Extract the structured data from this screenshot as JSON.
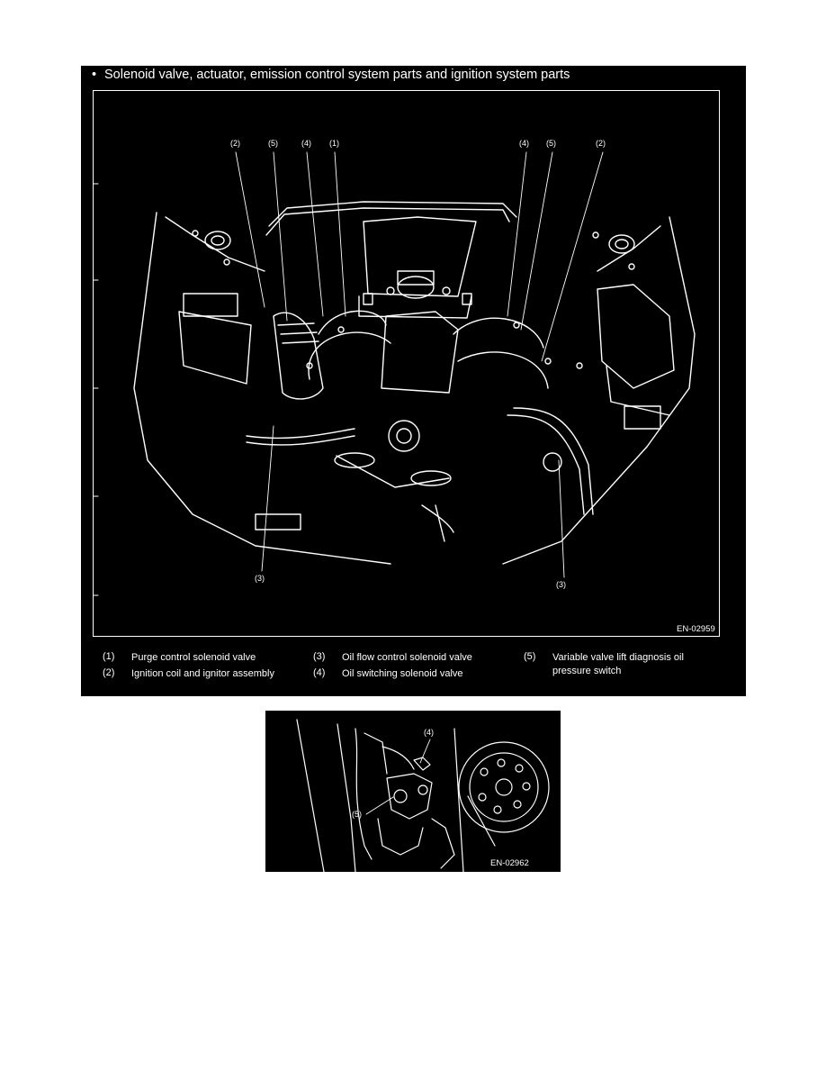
{
  "heading": {
    "bullet": "•",
    "text": "Solenoid valve, actuator, emission control system parts and ignition system parts"
  },
  "main_figure": {
    "code": "EN-02959",
    "callouts_top_left": [
      "(2)",
      "(5)",
      "(4)",
      "(1)"
    ],
    "callouts_top_right": [
      "(4)",
      "(5)",
      "(2)"
    ],
    "callout_bottom_left": "(3)",
    "callout_bottom_right": "(3)"
  },
  "legend": [
    {
      "num": "(1)",
      "text": "Purge control solenoid valve"
    },
    {
      "num": "(2)",
      "text": "Ignition coil and ignitor assembly"
    },
    {
      "num": "(3)",
      "text": "Oil flow control solenoid valve"
    },
    {
      "num": "(4)",
      "text": "Oil switching solenoid valve"
    },
    {
      "num": "(5)",
      "text": "Variable valve lift diagnosis oil pressure switch"
    }
  ],
  "sub_figure": {
    "code": "EN-02962",
    "callout_4": "(4)",
    "callout_5": "(5)"
  },
  "colors": {
    "background": "#000000",
    "line": "#ffffff",
    "page": "#ffffff"
  }
}
